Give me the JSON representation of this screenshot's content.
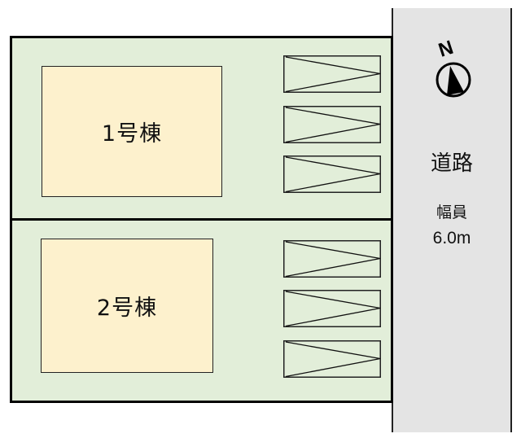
{
  "site_plan": {
    "buildings": [
      {
        "label": "1号棟"
      },
      {
        "label": "2号棟"
      }
    ],
    "parking_spaces": [
      {
        "building": "1号棟",
        "count": 3
      },
      {
        "building": "2号棟",
        "count": 3
      }
    ],
    "road": {
      "label": "道路",
      "width_label": "幅員",
      "width_value": "6.0m"
    },
    "compass": {
      "icon": "north-arrow-icon",
      "north_label": "N"
    },
    "colors": {
      "lot": "#e2eed9",
      "building": "#fdf1cd",
      "road": "#e4e4e4",
      "outline": "#000000"
    }
  }
}
